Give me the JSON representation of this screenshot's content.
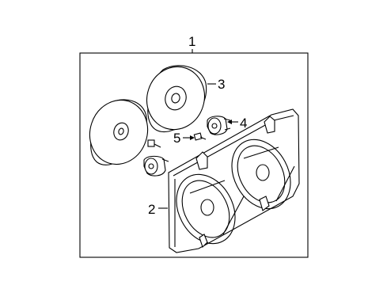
{
  "callouts": {
    "assembly": "1",
    "shroud": "2",
    "fan": "3",
    "motor": "4",
    "bolt": "5"
  }
}
